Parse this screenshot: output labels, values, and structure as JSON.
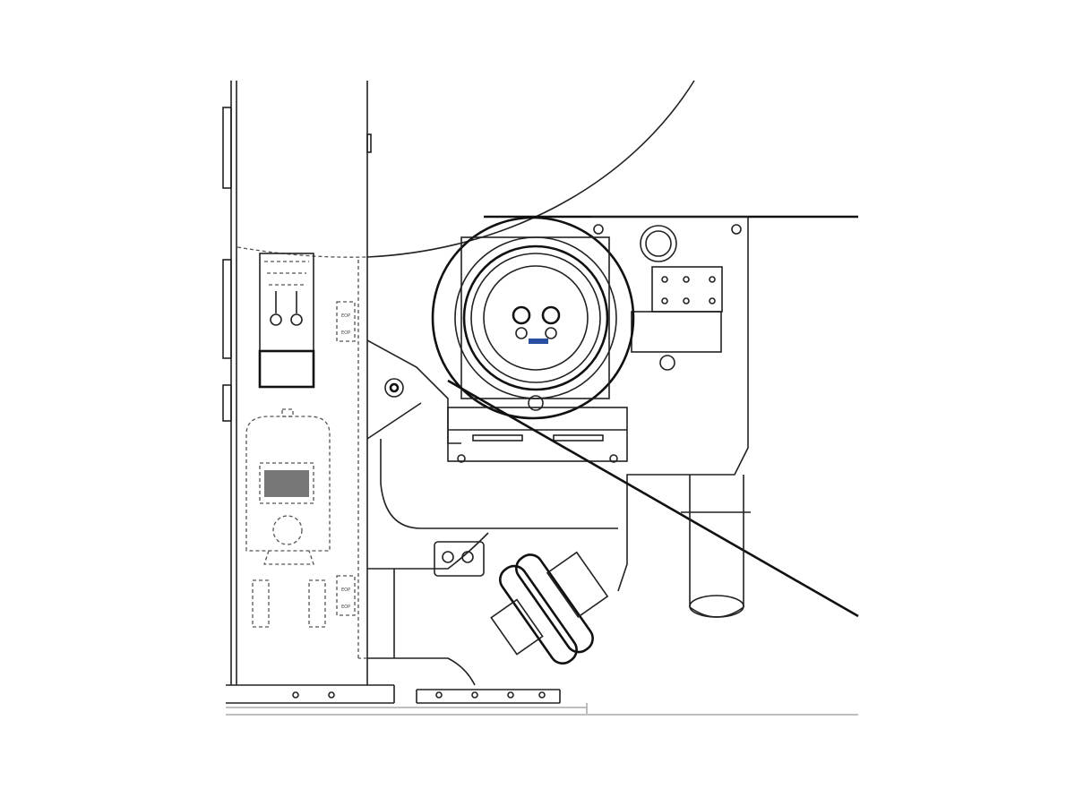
{
  "drawing": {
    "panel_labels": [
      "EOP",
      "EOP",
      "EOP",
      "EOP"
    ],
    "accent_color": "#2a4fa0"
  }
}
